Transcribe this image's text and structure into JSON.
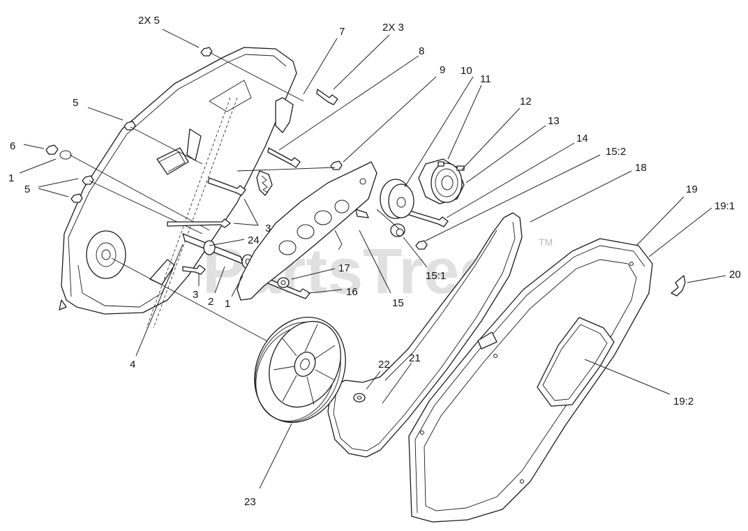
{
  "watermark": {
    "text": "PartsTree",
    "trademark": "TM"
  },
  "callouts": {
    "c_2x5": "2X 5",
    "c_7": "7",
    "c_2x3": "2X 3",
    "c_8": "8",
    "c_9": "9",
    "c_10": "10",
    "c_11": "11",
    "c_12": "12",
    "c_13": "13",
    "c_14": "14",
    "c_15_2": "15:2",
    "c_18": "18",
    "c_19": "19",
    "c_19_1": "19:1",
    "c_20": "20",
    "c_5_top": "5",
    "c_6": "6",
    "c_1_left": "1",
    "c_5_left": "5",
    "c_3_mid": "3",
    "c_24": "24",
    "c_15_1": "15:1",
    "c_17": "17",
    "c_16": "16",
    "c_15": "15",
    "c_3_low": "3",
    "c_2": "2",
    "c_1_low": "1",
    "c_4": "4",
    "c_22": "22",
    "c_21": "21",
    "c_19_2": "19:2",
    "c_23": "23"
  }
}
